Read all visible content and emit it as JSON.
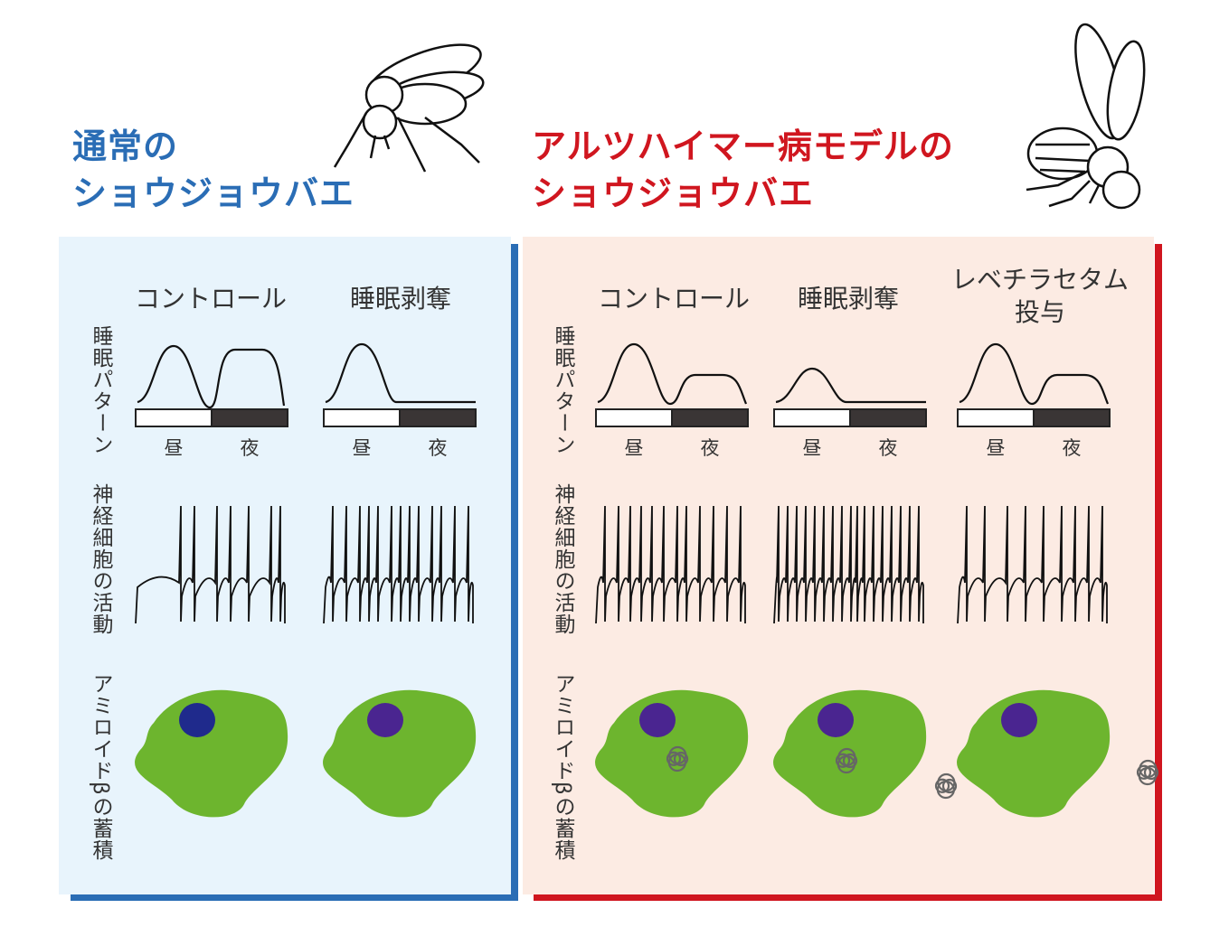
{
  "normal": {
    "title_line1": "通常の",
    "title_line2": "ショウジョウバエ",
    "columns": [
      "コントロール",
      "睡眠剥奪"
    ]
  },
  "alzheimer": {
    "title_line1": "アルツハイマー病モデルの",
    "title_line2": "ショウジョウバエ",
    "columns": [
      "コントロール",
      "睡眠剥奪"
    ],
    "column3_line1": "レベチラセタム",
    "column3_line2": "投与"
  },
  "rows": {
    "sleep_pattern": "睡眠パターン",
    "neural_activity": "神経細胞の活動",
    "amyloid": "アミロイドβの蓄積"
  },
  "day_label": "昼",
  "night_label": "夜",
  "colors": {
    "normal_accent": "#2a6db5",
    "alzheimer_accent": "#d0161f",
    "normal_bg": "#e8f4fc",
    "alzheimer_bg": "#fcebe3",
    "cell": "#6db52e",
    "nucleus_blue": "#1f2a8c",
    "nucleus_purple": "#4a2590",
    "aggregate": "#666666"
  }
}
